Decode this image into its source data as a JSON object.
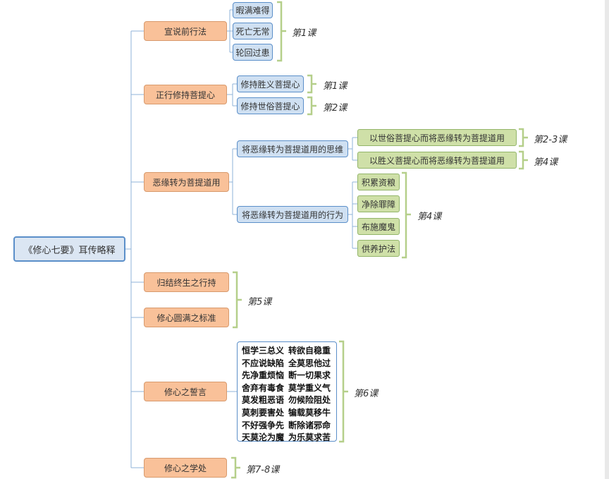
{
  "root": "《修心七要》耳传略释",
  "n1": "宣说前行法",
  "n1_kids": [
    "暇满难得",
    "死亡无常",
    "轮回过患"
  ],
  "n1_lesson": "第1课",
  "n2": "正行修持菩提心",
  "n2_kids": [
    "修持胜义菩提心",
    "修持世俗菩提心"
  ],
  "n2_lessons": [
    "第1课",
    "第2课"
  ],
  "n3": "恶缘转为菩提道用",
  "n3_a": "将恶缘转为菩提道用的思维",
  "n3_a_kids": [
    "以世俗菩提心而将恶缘转为菩提道用",
    "以胜义菩提心而将恶缘转为菩提道用"
  ],
  "n3_a_lessons": [
    "第2-3课",
    "第4课"
  ],
  "n3_b": "将恶缘转为菩提道用的行为",
  "n3_b_kids": [
    "积累资粮",
    "净除罪障",
    "布施魔鬼",
    "供养护法"
  ],
  "n3_b_lesson": "第4课",
  "n4": "归结终生之行持",
  "n5": "修心圆满之标准",
  "n45_lesson": "第5课",
  "n6": "修心之誓言",
  "n6_vows": [
    [
      "恒学三总义",
      "转欲自稳重"
    ],
    [
      "不应说缺陷",
      "全莫思他过"
    ],
    [
      "先净重烦恼",
      "断一切果求"
    ],
    [
      "舍弃有毒食",
      "莫学重义气"
    ],
    [
      "莫发粗恶语",
      "勿候险阻处"
    ],
    [
      "莫刺要害处",
      "犏载莫移牛"
    ],
    [
      "不好强争先",
      "断除诸邪命"
    ],
    [
      "天莫沦为魔",
      "为乐莫求苦"
    ]
  ],
  "n6_lesson": "第6课",
  "n7": "修心之学处",
  "n7_lesson": "第7-8课"
}
